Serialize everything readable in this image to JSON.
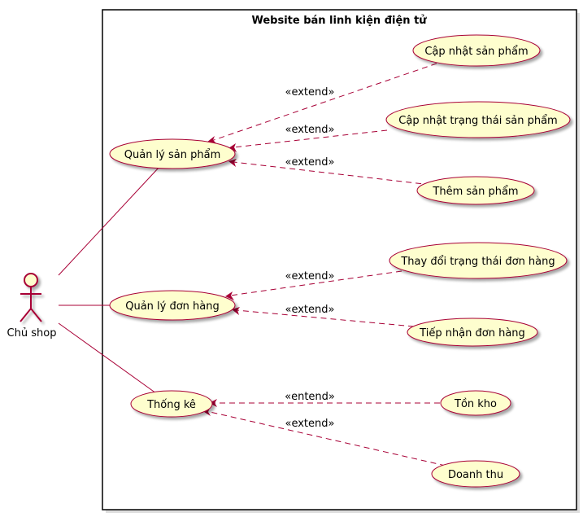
{
  "system": {
    "title": "Website bán linh kiện điện tử"
  },
  "actor": {
    "name": "Chủ shop"
  },
  "use_cases": {
    "manage_products": "Quản lý sản phẩm",
    "manage_orders": "Quản lý đơn hàng",
    "statistics": "Thống kê",
    "update_product": "Cập nhật sản phẩm",
    "update_product_status": "Cập nhật trạng thái sản phẩm",
    "add_product": "Thêm sản phẩm",
    "change_order_status": "Thay đổi trạng thái đơn hàng",
    "receive_order": "Tiếp nhận đơn hàng",
    "inventory": "Tồn kho",
    "revenue": "Doanh thu"
  },
  "relations": {
    "update_product": "«extend»",
    "update_product_status": "«extend»",
    "add_product": "«extend»",
    "change_order_status": "«extend»",
    "receive_order": "«extend»",
    "inventory": "«entend»",
    "revenue": "«extend»"
  },
  "colors": {
    "use_case_fill": "#FEFECE",
    "stroke": "#A80036",
    "boundary": "#000000"
  }
}
